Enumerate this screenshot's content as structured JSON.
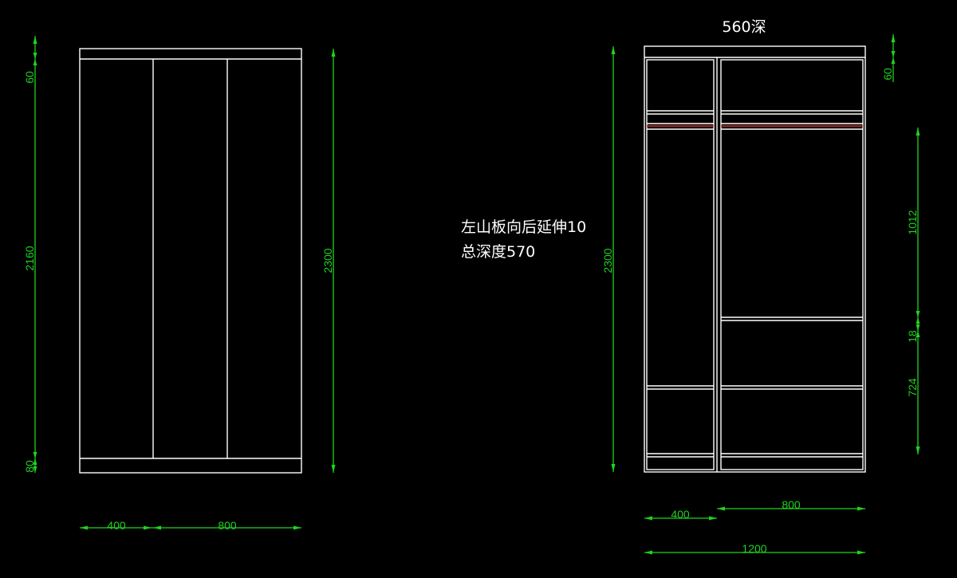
{
  "colors": {
    "background": "#000000",
    "outline": "#ffffff",
    "dimension": "#1fd31f",
    "hanging_rod": "#e0332b"
  },
  "front_view": {
    "vertical_dims": [
      "60",
      "2160",
      "80"
    ],
    "overall_height": "2300",
    "bottom_dims": [
      "400",
      "800"
    ]
  },
  "interior_view": {
    "depth_label": "560深",
    "overall_height": "2300",
    "right_dims": [
      "60",
      "1012",
      "18",
      "724"
    ],
    "bottom_dims": [
      "400",
      "800"
    ],
    "overall_width": "1200"
  },
  "notes": {
    "line1": "左山板向后延伸10",
    "line2": "总深度570"
  }
}
